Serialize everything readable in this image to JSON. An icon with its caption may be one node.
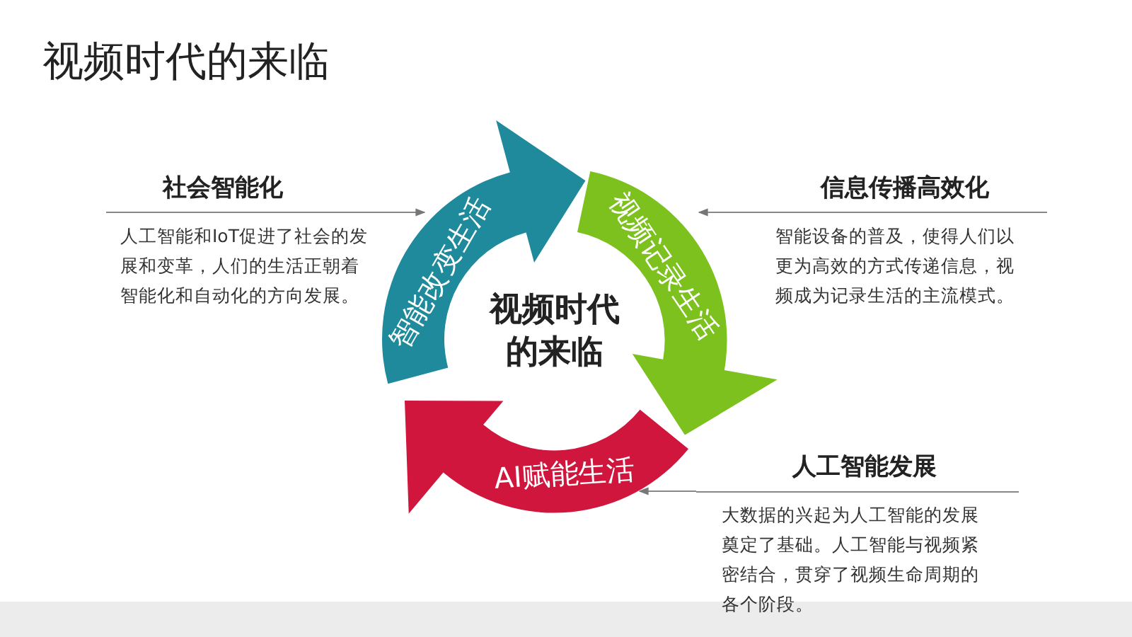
{
  "diagram": {
    "title": "视频时代的来临",
    "nodes": [
      {
        "text": [
          "智能改变生活"
        ]
      },
      {
        "text": [
          "视频记录生活"
        ]
      },
      {
        "text": [
          "AI赋能生活"
        ]
      },
      {
        "text": [
          "视频时代的来临"
        ]
      },
      {
        "text": [
          "社会智能化",
          "人工智能和IoT促进了社会的发展和变革，人们的生活正朝着智能化和自动化的方向发展。"
        ]
      },
      {
        "text": [
          "信息传播高效化",
          "智能设备的普及，使得人们以更为高效的方式传递信息，视频成为记录生活的主流模式。"
        ]
      },
      {
        "text": [
          "人工智能发展",
          "大数据的兴起为人工智能的发展奠定了基础。人工智能与视频紧密结合，贯穿了视频生命周期的各个阶段。"
        ]
      }
    ],
    "edges": [
      {
        "from": 4,
        "to": 0,
        "arrow": "to"
      },
      {
        "from": 5,
        "to": 1,
        "arrow": "to"
      },
      {
        "from": 6,
        "to": 2,
        "arrow": "to"
      }
    ]
  }
}
